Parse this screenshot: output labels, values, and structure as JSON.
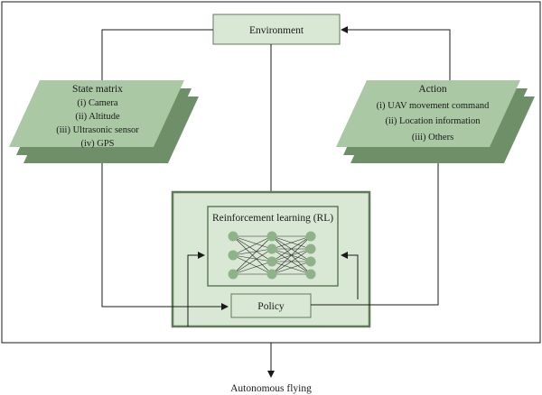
{
  "environment": {
    "label": "Environment"
  },
  "state_matrix": {
    "title": "State matrix",
    "items": [
      "(i) Camera",
      "(ii) Altitude",
      "(iii) Ultrasonic sensor",
      "(iv) GPS"
    ]
  },
  "action": {
    "title": "Action",
    "items": [
      "(i) UAV movement command",
      "(ii) Location information",
      "(iii) Others"
    ]
  },
  "rl": {
    "label": "Reinforcement learning (RL)",
    "network_layers": [
      3,
      4,
      4
    ]
  },
  "policy": {
    "label": "Policy"
  },
  "output": {
    "label": "Autonomous flying"
  },
  "colors": {
    "parallelogram_front": "#a9c8a3",
    "parallelogram_back": "#6e8f68",
    "box_fill": "#d9e8d4",
    "box_border": "#5e7a58",
    "node_fill": "#8fb388",
    "line": "#1a1a1a"
  }
}
